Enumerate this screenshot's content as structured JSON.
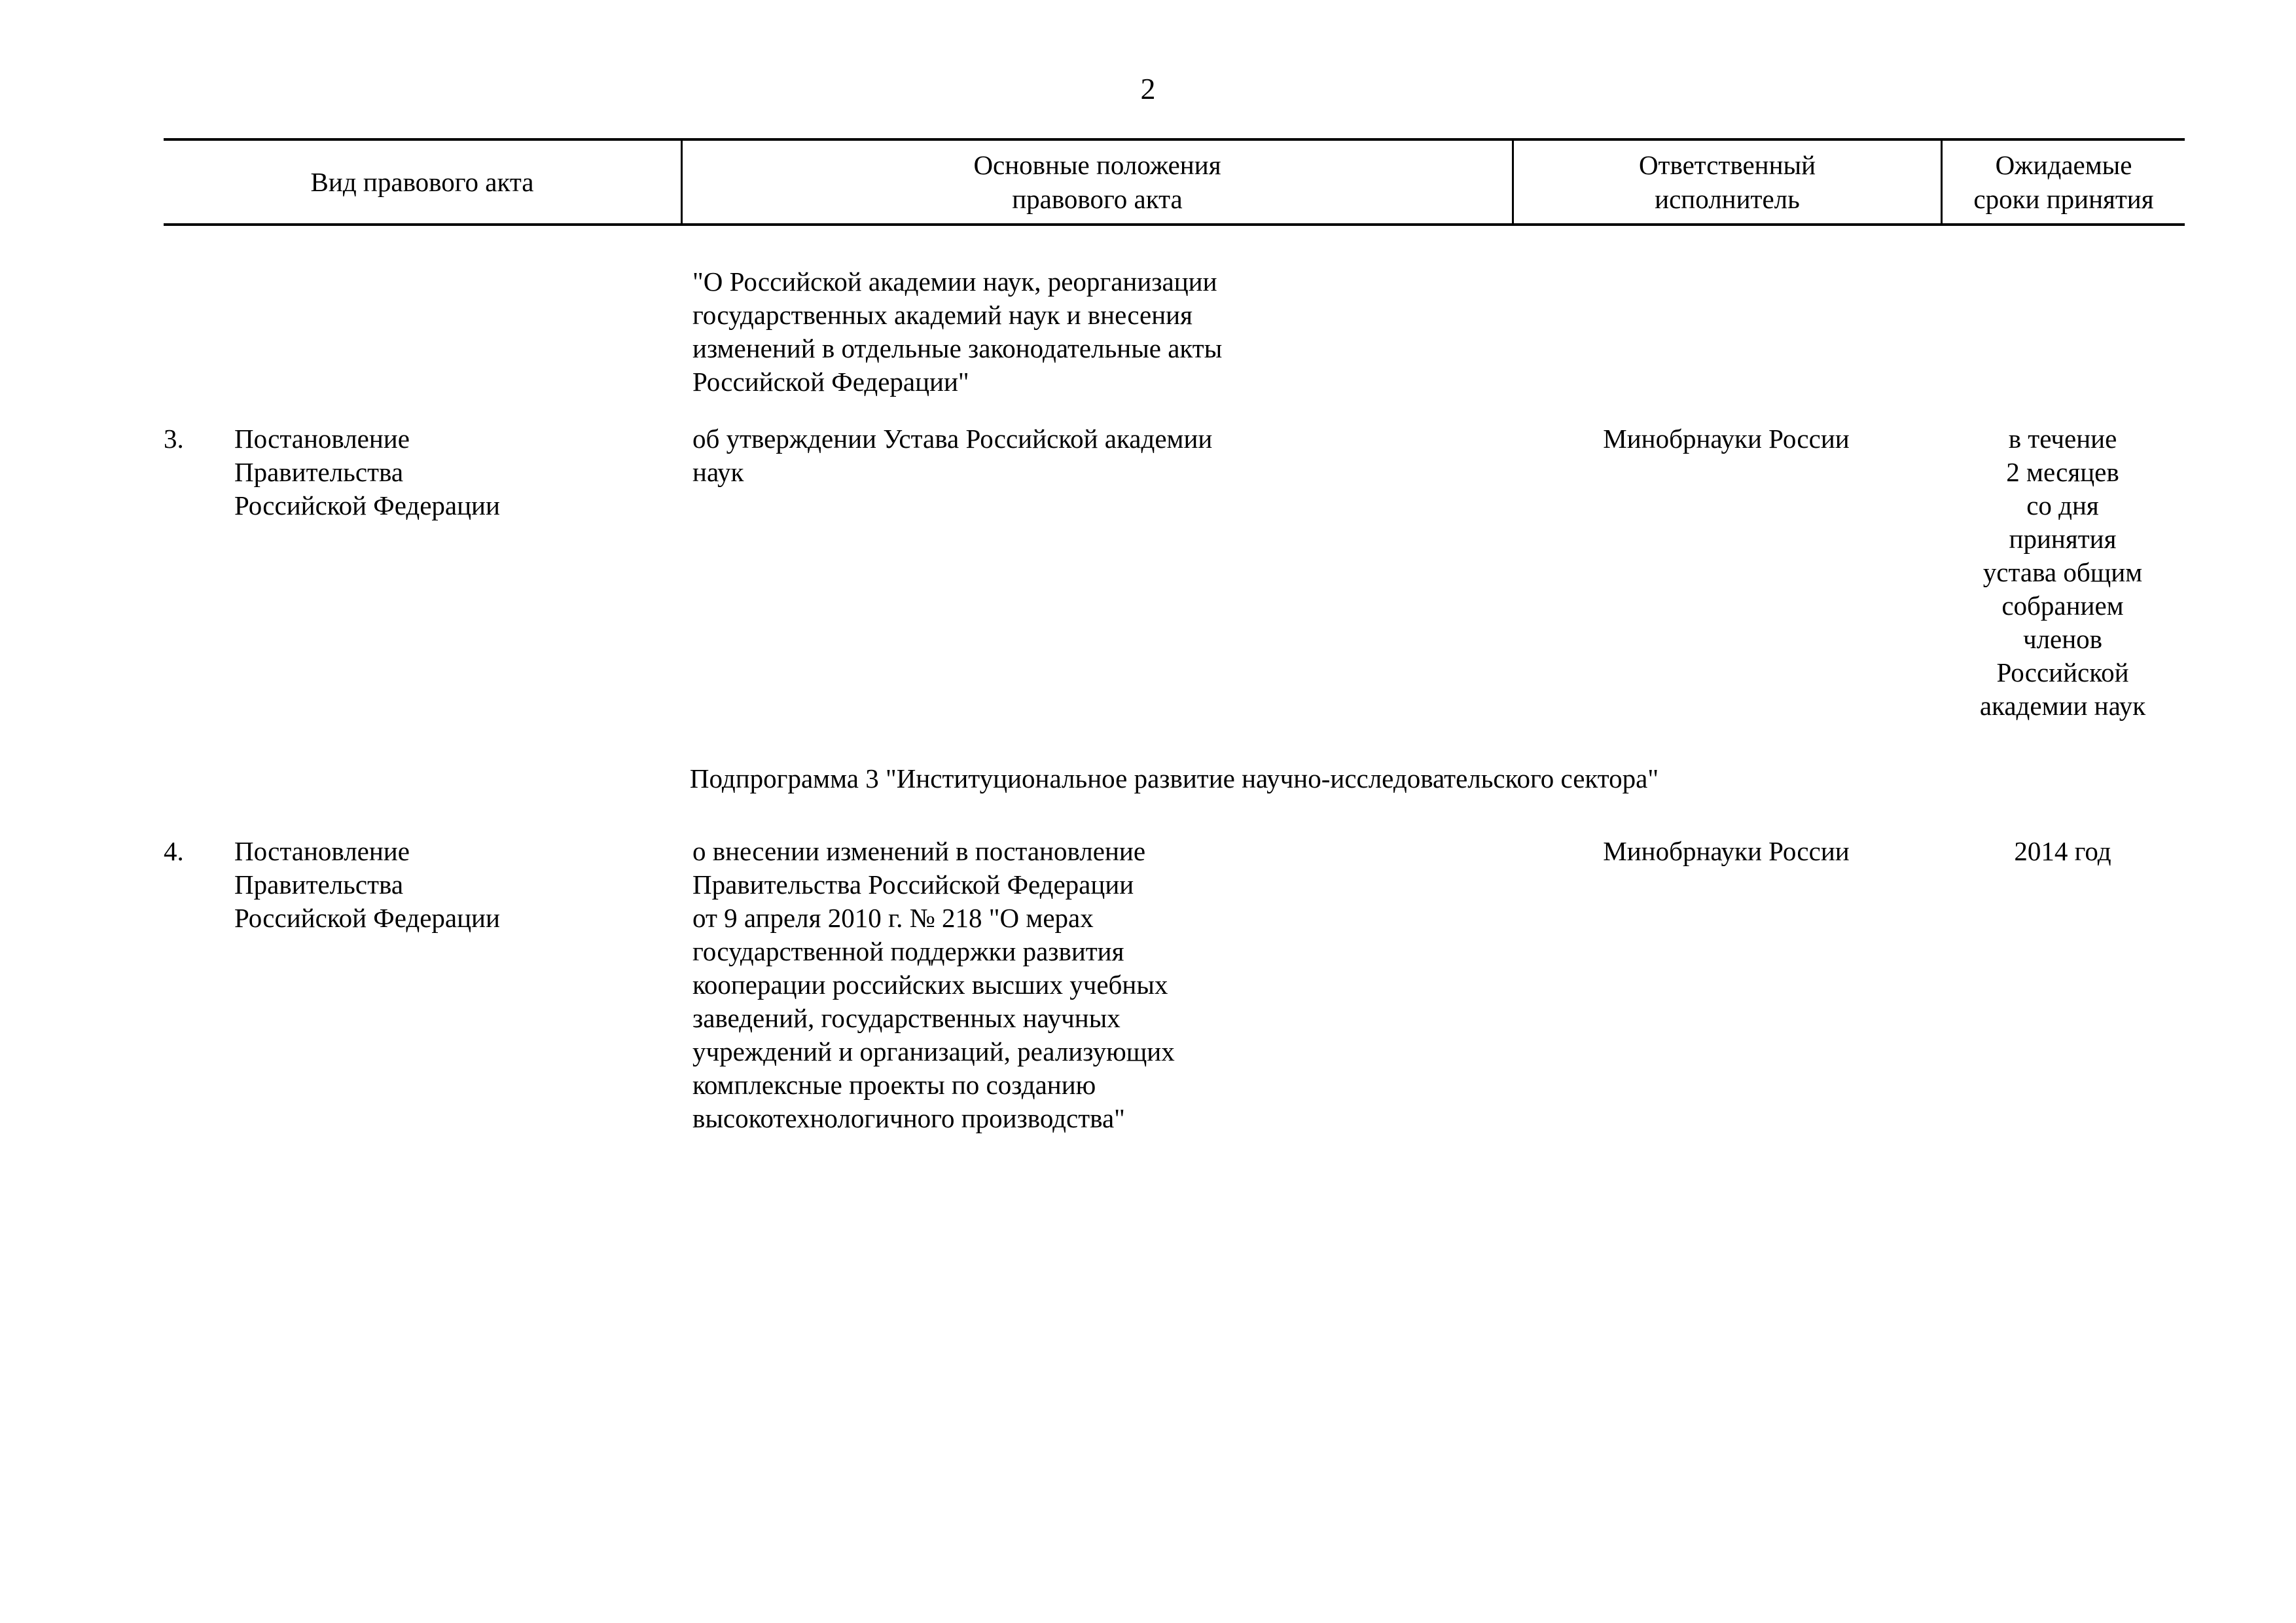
{
  "page": {
    "number": "2"
  },
  "table": {
    "headers": [
      {
        "lines": [
          "Вид правового акта"
        ]
      },
      {
        "lines": [
          "Основные положения",
          "правового акта"
        ]
      },
      {
        "lines": [
          "Ответственный",
          "исполнитель"
        ]
      },
      {
        "lines": [
          "Ожидаемые",
          "сроки принятия"
        ]
      }
    ],
    "intro_provision": {
      "lines": [
        "\"О Российской академии наук, реорганизации",
        "государственных академий наук и внесения",
        "изменений в отдельные законодательные акты",
        "Российской Федерации\""
      ]
    },
    "rows": [
      {
        "number": "3.",
        "kind_lines": [
          "Постановление",
          "Правительства",
          "Российской Федерации"
        ],
        "provision_lines": [
          "об утверждении Устава Российской академии",
          "наук"
        ],
        "executor": "Минобрнауки России",
        "term_lines": [
          "в течение",
          "2 месяцев",
          "со дня",
          "принятия",
          "устава общим",
          "собранием",
          "членов",
          "Российской",
          "академии наук"
        ]
      },
      {
        "number": "4.",
        "kind_lines": [
          "Постановление",
          "Правительства",
          "Российской Федерации"
        ],
        "provision_lines": [
          "о внесении изменений в постановление",
          "Правительства Российской Федерации",
          "от 9 апреля 2010 г. № 218 \"О мерах",
          "государственной поддержки развития",
          "кооперации российских высших учебных",
          "заведений, государственных научных",
          "учреждений и организаций, реализующих",
          "комплексные проекты по созданию",
          "высокотехнологичного производства\""
        ],
        "executor": "Минобрнауки России",
        "term_lines": [
          "2014 год"
        ]
      }
    ],
    "subprogram_heading": "Подпрограмма 3 \"Институциональное развитие научно-исследовательского сектора\""
  }
}
